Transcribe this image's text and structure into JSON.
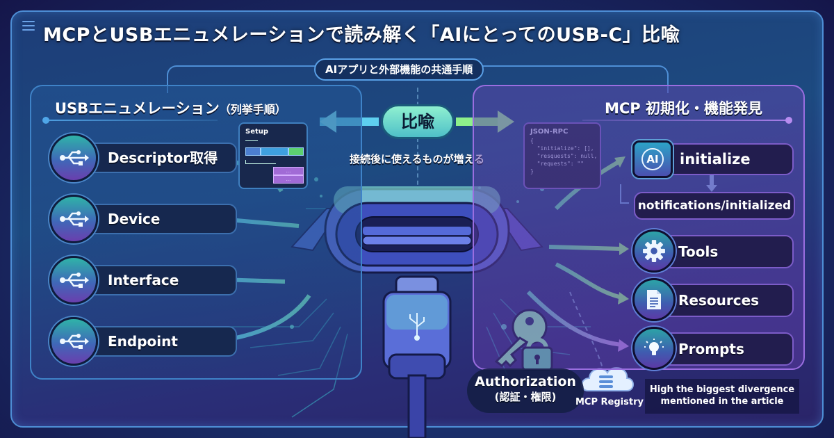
{
  "header": {
    "menu_icon": "hamburger-menu-icon",
    "title": "MCPとUSBエニュメレーションで読み解く「AIにとってのUSB-C」比喩",
    "common_label": "AIアプリと外部機能の共通手順"
  },
  "left_panel": {
    "title": "USBエニュメレーション",
    "title_sub": "（列挙手順）",
    "items": [
      {
        "label": "Descriptor取得",
        "icon": "usb-icon"
      },
      {
        "label": "Device",
        "icon": "usb-icon"
      },
      {
        "label": "Interface",
        "icon": "usb-icon"
      },
      {
        "label": "Endpoint",
        "icon": "usb-icon"
      }
    ],
    "setup_box": {
      "label": "Setup",
      "packet_dots": "..."
    }
  },
  "center": {
    "metaphor_label": "比喩",
    "metaphor_sub": "接続後に使えるものが増える",
    "connector_icon": "usb-c-port-icon",
    "cable_icon": "usb-c-cable-icon"
  },
  "json_box": {
    "header": "JSON-RPC",
    "body": "{\n  \"initialize\": [],\n  \"resquests\": null,\n  \"requests\": \"\"\n}"
  },
  "right_panel": {
    "title": "MCP 初期化・機能発見",
    "initialize": {
      "label": "initialize",
      "icon": "ai-icon",
      "icon_text": "AI"
    },
    "notifications": {
      "label": "notifications/initialized"
    },
    "items": [
      {
        "label": "Tools",
        "icon": "gear-icon"
      },
      {
        "label": "Resources",
        "icon": "document-icon"
      },
      {
        "label": "Prompts",
        "icon": "lightbulb-icon"
      }
    ]
  },
  "footer": {
    "authorization": {
      "label": "Authorization",
      "sub": "(認証・権限)",
      "icon": "key-lock-icon"
    },
    "registry": {
      "label": "MCP Registry",
      "icon": "cloud-server-icon"
    },
    "note": {
      "line1": "High the biggest divergence",
      "line2": "mentioned in the article"
    }
  },
  "colors": {
    "background": "#15164a",
    "frame_border": "#4e8fd6",
    "left_accent": "#3f83c8",
    "right_accent": "#9a6ee0",
    "metaphor_pill": "#8ff0d0",
    "arrow_green": "#7ef0a0",
    "arrow_cyan": "#5ecff0",
    "arrow_purple": "#b08ae8"
  }
}
